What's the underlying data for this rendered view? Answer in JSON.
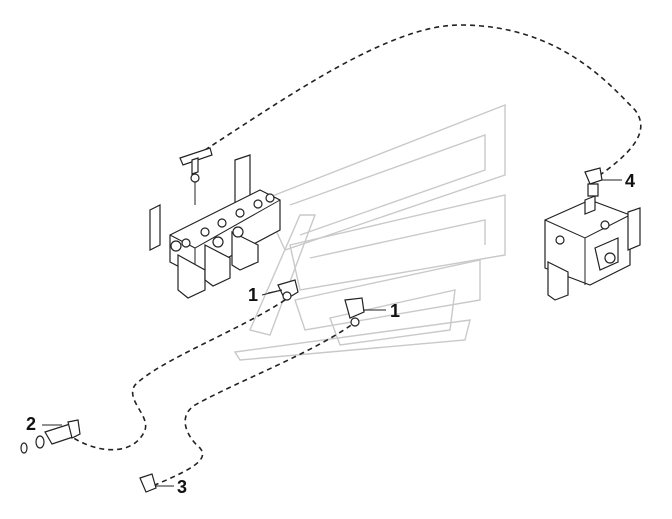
{
  "callouts": {
    "c1a": "1",
    "c1b": "1",
    "c2": "2",
    "c3": "3",
    "c4": "4"
  }
}
